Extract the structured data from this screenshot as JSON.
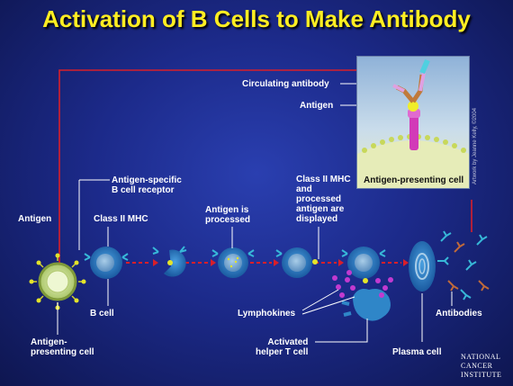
{
  "title": "Activation of B Cells to Make Antibody",
  "labels": {
    "antigen_left": "Antigen",
    "apc_left": "Antigen-\npresenting cell",
    "b_cell_receptor": "Antigen-specific\nB cell receptor",
    "class_ii_mhc": "Class II MHC",
    "b_cell": "B cell",
    "antigen_processed": "Antigen is\nprocessed",
    "class_ii_displayed": "Class II MHC\nand\nprocessed\nantigen are\ndisplayed",
    "lymphokines": "Lymphokines",
    "activated_helper": "Activated\nhelper T cell",
    "plasma_cell": "Plasma cell",
    "antibodies": "Antibodies"
  },
  "inset": {
    "circulating_antibody": "Circulating antibody",
    "antigen": "Antigen",
    "apc": "Antigen-presenting cell",
    "credit": "Artwork by Jeanne Kelly, ©2004"
  },
  "logo": {
    "line1": "NATIONAL",
    "line2": "CANCER",
    "line3": "INSTITUTE"
  },
  "colors": {
    "title": "#ffee22",
    "arrow": "#d81f2a",
    "cell": "#2f86c8",
    "nucleus": "#7fb0dc",
    "receptor": "#37b8d8",
    "lymphokine": "#c23ad0",
    "antigen": "#e4e42a"
  }
}
